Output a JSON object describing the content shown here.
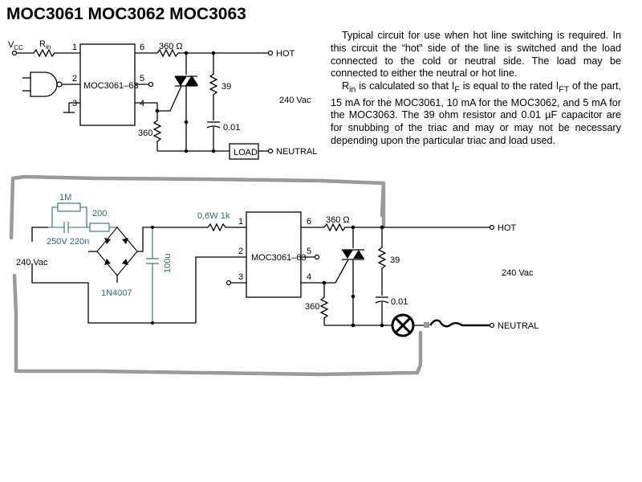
{
  "title": "MOC3061 MOC3062 MOC3063",
  "description": {
    "p1": "Typical circuit for use when hot line switching is required. In this circuit the “hot” side of the line is switched and the load connected to the cold or neutral side. The load may be connected to either the neutral or hot line.",
    "p2_rin": "R",
    "p2_rin_sub": "in",
    "p2_a": " is calculated so that I",
    "p2_if_sub": "F",
    "p2_b": " is equal to the rated I",
    "p2_ift_sub": "FT",
    "p2_c": " of the part, 15 mA for the MOC3061, 10 mA for the MOC3062, and 5 mA for the MOC3063. The 39 ohm resistor and 0.01 µF capacitor are for snubbing of the triac and may or may not be necessary depending upon the particular triac and load used."
  },
  "top_circuit": {
    "vcc": "V",
    "vcc_sub": "CC",
    "rin": "R",
    "rin_sub": "in",
    "ic_label": "MOC3061–63",
    "pins": [
      "1",
      "2",
      "3",
      "4",
      "5",
      "6"
    ],
    "r_series": "360 Ω",
    "r_snub": "39",
    "c_snub": "0.01",
    "r_gate": "360",
    "load": "LOAD",
    "hot": "HOT",
    "neutral": "NEUTRAL",
    "voltage": "240 Vac"
  },
  "bottom_circuit": {
    "r_par": "1M",
    "r_ser": "200",
    "cap_ac": "250V 220n",
    "bridge": "1N4007",
    "cap_filter": "100u",
    "r_in": "0,6W 1k",
    "ic_label": "MOC3061–63",
    "pins": [
      "1",
      "2",
      "3",
      "4",
      "5",
      "6"
    ],
    "r_series": "360 Ω",
    "r_snub": "39",
    "c_snub": "0.01",
    "r_gate": "360",
    "hot": "HOT",
    "neutral": "NEUTRAL",
    "voltage_left": "240 Vac",
    "voltage_right": "240 Vac"
  }
}
